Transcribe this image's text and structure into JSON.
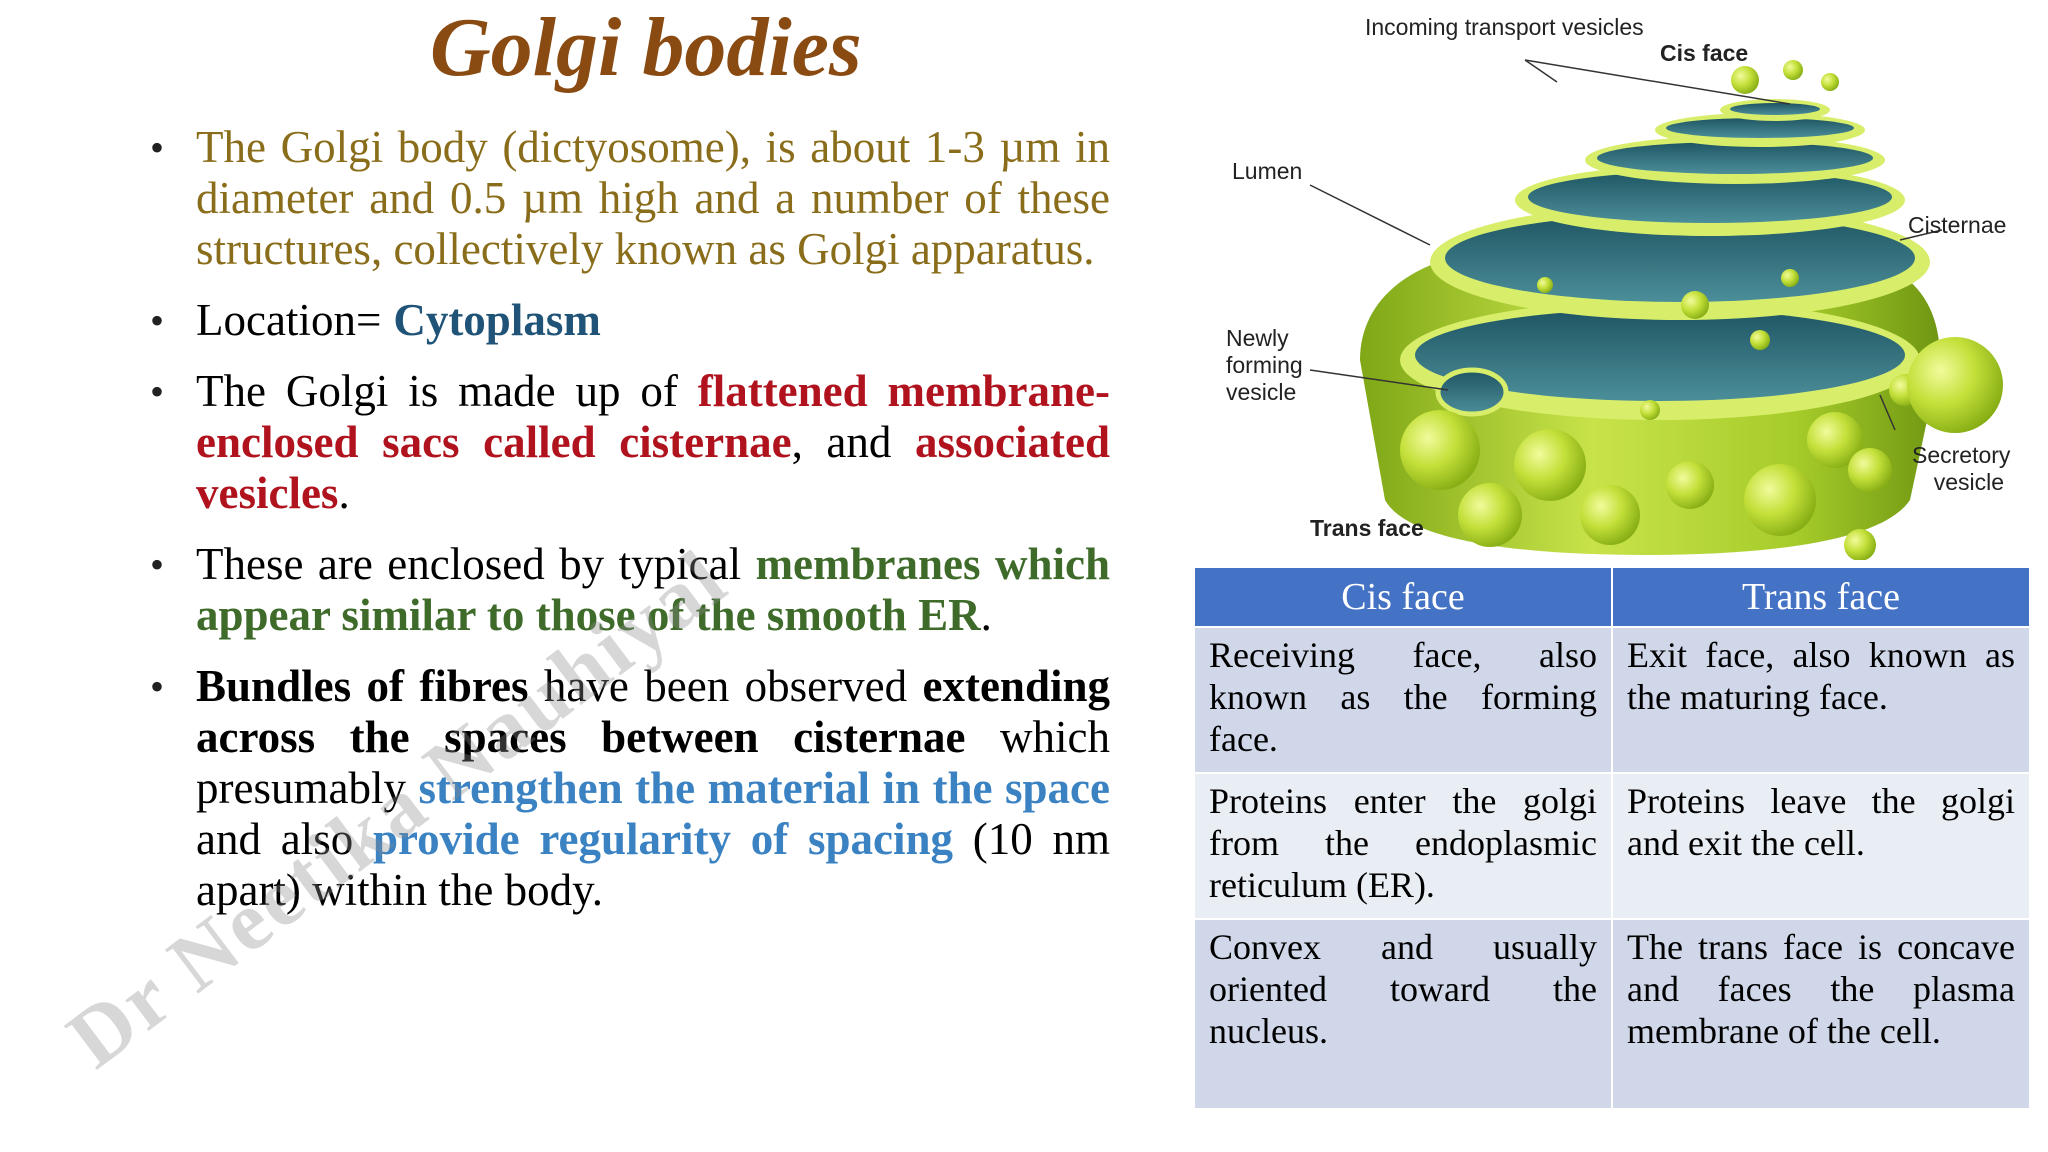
{
  "title": "Golgi bodies",
  "bullets": {
    "b1": "The Golgi body (dictyosome), is about 1-3 µm in diameter and 0.5 µm high and a number of these structures, collectively known as Golgi apparatus.",
    "b2_label": "Location=",
    "b2_value": "Cytoplasm",
    "b3_a": "The Golgi is made up of ",
    "b3_b": "flattened membrane-enclosed sacs called cisternae",
    "b3_c": ", and ",
    "b3_d": "associated vesicles",
    "b3_e": ".",
    "b4_a": "These are enclosed by typical ",
    "b4_b": "membranes which appear similar to those of the smooth ER",
    "b4_c": ".",
    "b5_a": "Bundles of fibres",
    "b5_b": " have been observed ",
    "b5_c": "extending across the spaces between cisternae",
    "b5_d": " which presumably ",
    "b5_e": "strengthen the material in the space",
    "b5_f": " and also ",
    "b5_g": "provide regularity of spacing",
    "b5_h": " (10 nm apart) within the body."
  },
  "watermark": "Dr Neetika Nauhiyal",
  "diagram": {
    "labels": {
      "incoming": "Incoming transport vesicles",
      "cis_face": "Cis face",
      "lumen": "Lumen",
      "cisternae": "Cisternae",
      "newly": "Newly forming vesicle",
      "secretory": "Secretory vesicle",
      "trans_face": "Trans face"
    }
  },
  "table": {
    "headers": [
      "Cis face",
      "Trans face"
    ],
    "rows": [
      [
        "Receiving face, also known as the forming face.",
        "Exit face, also known as the maturing face."
      ],
      [
        "Proteins enter the golgi from the endoplasmic reticulum (ER).",
        "Proteins leave the golgi and exit the cell."
      ],
      [
        "Convex and usually oriented toward the nucleus.",
        "The trans face is concave and faces the plasma membrane of the cell."
      ]
    ]
  },
  "colors": {
    "title": "#8a4b12",
    "cytoplasm": "#1f5377",
    "red": "#b0131d",
    "green": "#3f6b2a",
    "blue": "#3a82c2",
    "table_header": "#4472c4",
    "golgi_body": "#a6cc2a",
    "cisterna_lumen": "#2f6e7c"
  }
}
